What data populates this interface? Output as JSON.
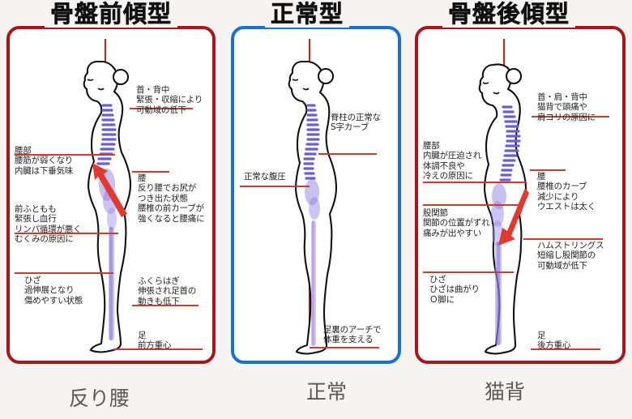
{
  "background_color": "#f5f4f2",
  "colors": {
    "red_border": "#a8161b",
    "blue_border": "#1a6fd4",
    "leader_line": "#d0392b",
    "plumb_line": "#e01b16",
    "arrow": "#e03a30",
    "spine": "#6b5fd0",
    "body_outline": "#111111",
    "caption_text": "#5c5952",
    "title_text": "#111111"
  },
  "panels": [
    {
      "id": "anterior-pelvic-tilt",
      "title": "骨盤前傾型",
      "border_color": "#a8161b",
      "caption": "反り腰",
      "has_arrow": true,
      "arrow_direction": "up-left",
      "annotations": [
        {
          "id": "neck-back",
          "side": "right",
          "text": "首・背中\n緊張・収縮により\n可動域の低下"
        },
        {
          "id": "lower-back-organs",
          "side": "left",
          "text": "腰部\n腰筋が弱くなり\n内臓は下垂気味"
        },
        {
          "id": "waist",
          "side": "right",
          "text": "腰\n反り腰でお尻が\nつき出た状態\n腰椎の前カーブが\n強くなると腰痛に"
        },
        {
          "id": "front-thigh",
          "side": "left",
          "text": "前ふともも\n緊張し血行\nリンパ循環が悪く\nむくみの原因に"
        },
        {
          "id": "knee",
          "side": "left",
          "text": "ひざ\n過伸展となり\n傷めやすい状態"
        },
        {
          "id": "calf",
          "side": "right",
          "text": "ふくらはぎ\n伸張され足首の\n動きも低下"
        },
        {
          "id": "foot",
          "side": "right",
          "text": "足\n前方重心"
        }
      ]
    },
    {
      "id": "normal",
      "title": "正常型",
      "border_color": "#1a6fd4",
      "caption": "正常",
      "has_arrow": false,
      "arrow_direction": null,
      "annotations": [
        {
          "id": "spine-s-curve",
          "side": "right",
          "text": "脊柱の正常な\nS字カーブ"
        },
        {
          "id": "abdominal-pressure",
          "side": "left",
          "text": "正常な腹圧"
        },
        {
          "id": "foot-arch",
          "side": "right",
          "text": "足裏のアーチで\n体重を支える"
        }
      ]
    },
    {
      "id": "posterior-pelvic-tilt",
      "title": "骨盤後傾型",
      "border_color": "#a8161b",
      "caption": "猫背",
      "has_arrow": true,
      "arrow_direction": "down-left",
      "annotations": [
        {
          "id": "neck-shoulder-back",
          "side": "right",
          "text": "首・肩・背中\n猫背で頭痛や\n肩コリの原因に"
        },
        {
          "id": "lower-back-organs",
          "side": "left",
          "text": "腰部\n内臓が圧迫され\n体調不良や\n冷えの原因に"
        },
        {
          "id": "waist",
          "side": "right",
          "text": "腰\n腰椎のカーブ\n減少により\nウエストは太く"
        },
        {
          "id": "hip-joint",
          "side": "left",
          "text": "股関節\n関節の位置がずれ\n痛みが出やすい"
        },
        {
          "id": "hamstrings",
          "side": "right",
          "text": "ハムストリングス\n短縮し股関節の\n可動域が低下"
        },
        {
          "id": "knee",
          "side": "left",
          "text": "ひざ\nひざは曲がり\nＯ脚に"
        },
        {
          "id": "foot",
          "side": "right",
          "text": "足\n後方重心"
        }
      ]
    }
  ]
}
